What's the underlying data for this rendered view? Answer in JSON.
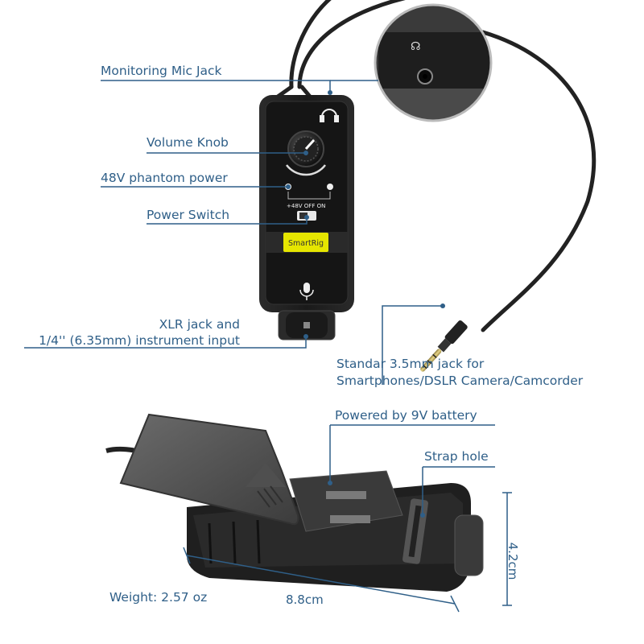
{
  "labels": {
    "monitoring_mic_jack": "Monitoring Mic Jack",
    "volume_knob": "Volume Knob",
    "phantom_power": "48V phantom power",
    "power_switch": "Power Switch",
    "xlr_line1": "XLR jack and",
    "xlr_line2": "1/4'' (6.35mm) instrument input",
    "jack_line1": "Standar 3.5mm jack for",
    "jack_line2": "Smartphones/DSLR Camera/Camcorder",
    "battery": "Powered by 9V battery",
    "strap_hole": "Strap hole",
    "weight": "Weight: 2.57 oz",
    "length": "8.8cm",
    "height": "4.2cm"
  },
  "device": {
    "brand": "SmartRig",
    "switch_text": "+48V OFF ON"
  },
  "colors": {
    "label": "#2f5f88",
    "device_body": "#1b1b1b",
    "brand_badge": "#e6e600"
  }
}
